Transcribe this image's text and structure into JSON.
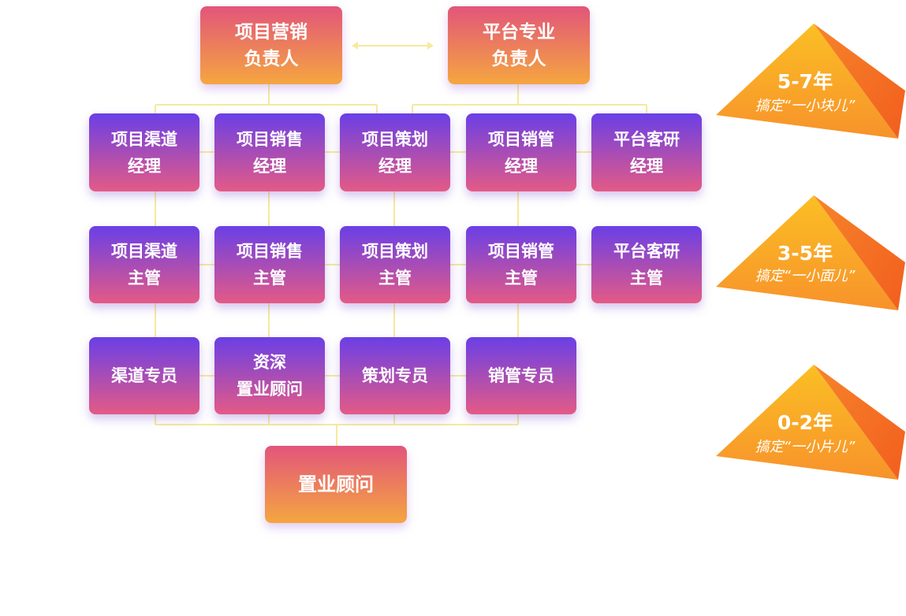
{
  "colors": {
    "orange_top": "#e2557a",
    "orange_bottom": "#f5a640",
    "purple_top": "#6a3fe6",
    "purple_bottom": "#e45a86",
    "connector": "#f6ea9c",
    "pyramid_left": "#f9a826",
    "pyramid_right": "#f26b21"
  },
  "leaders": {
    "project_marketing": {
      "line1": "项目营销",
      "line2": "负责人"
    },
    "platform_professional": {
      "line1": "平台专业",
      "line2": "负责人"
    },
    "link_icon": "double-arrow-icon"
  },
  "managers": [
    {
      "line1": "项目渠道",
      "line2": "经理"
    },
    {
      "line1": "项目销售",
      "line2": "经理"
    },
    {
      "line1": "项目策划",
      "line2": "经理"
    },
    {
      "line1": "项目销管",
      "line2": "经理"
    },
    {
      "line1": "平台客研",
      "line2": "经理"
    }
  ],
  "supervisors": [
    {
      "line1": "项目渠道",
      "line2": "主管"
    },
    {
      "line1": "项目销售",
      "line2": "主管"
    },
    {
      "line1": "项目策划",
      "line2": "主管"
    },
    {
      "line1": "项目销管",
      "line2": "主管"
    },
    {
      "line1": "平台客研",
      "line2": "主管"
    }
  ],
  "specialists": [
    {
      "line1": "渠道专员",
      "line2": ""
    },
    {
      "line1": "资深",
      "line2": "置业顾问"
    },
    {
      "line1": "策划专员",
      "line2": ""
    },
    {
      "line1": "销管专员",
      "line2": ""
    }
  ],
  "base": {
    "line1": "置业顾问"
  },
  "pyramids": [
    {
      "years": "5-7年",
      "desc": "搞定“一小块儿”"
    },
    {
      "years": "3-5年",
      "desc": "搞定“一小面儿”"
    },
    {
      "years": "0-2年",
      "desc": "搞定“一小片儿”"
    }
  ]
}
